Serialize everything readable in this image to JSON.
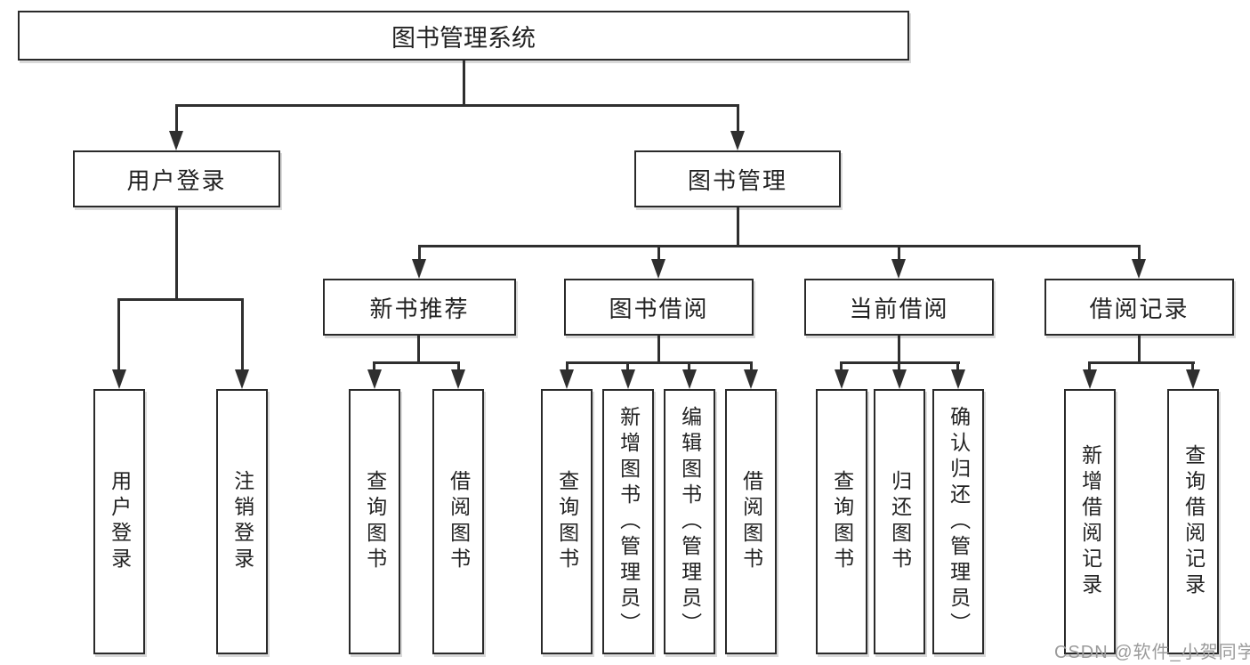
{
  "diagram_title": "图书管理系统",
  "tree": {
    "root": {
      "label": "图书管理系统"
    },
    "branches": [
      {
        "label": "用户登录",
        "children": [
          {
            "label": "用户登录"
          },
          {
            "label": "注销登录"
          }
        ]
      },
      {
        "label": "图书管理",
        "children": [
          {
            "label": "新书推荐",
            "children": [
              {
                "label": "查询图书"
              },
              {
                "label": "借阅图书"
              }
            ]
          },
          {
            "label": "图书借阅",
            "children": [
              {
                "label": "查询图书"
              },
              {
                "label": "新增图书（管理员）"
              },
              {
                "label": "编辑图书（管理员）"
              },
              {
                "label": "借阅图书"
              }
            ]
          },
          {
            "label": "当前借阅",
            "children": [
              {
                "label": "查询图书"
              },
              {
                "label": "归还图书"
              },
              {
                "label": "确认归还（管理员）"
              }
            ]
          },
          {
            "label": "借阅记录",
            "children": [
              {
                "label": "新增借阅记录"
              },
              {
                "label": "查询借阅记录"
              }
            ]
          }
        ]
      }
    ]
  },
  "watermark": "CSDN @软件_小贺同学",
  "colors": {
    "line": "#2f2f2f",
    "box_border": "#2a2a2a",
    "box_background": "#ffffff",
    "text": "#222222",
    "watermark_text": "#9b9b9b",
    "page_background": "#ffffff"
  }
}
